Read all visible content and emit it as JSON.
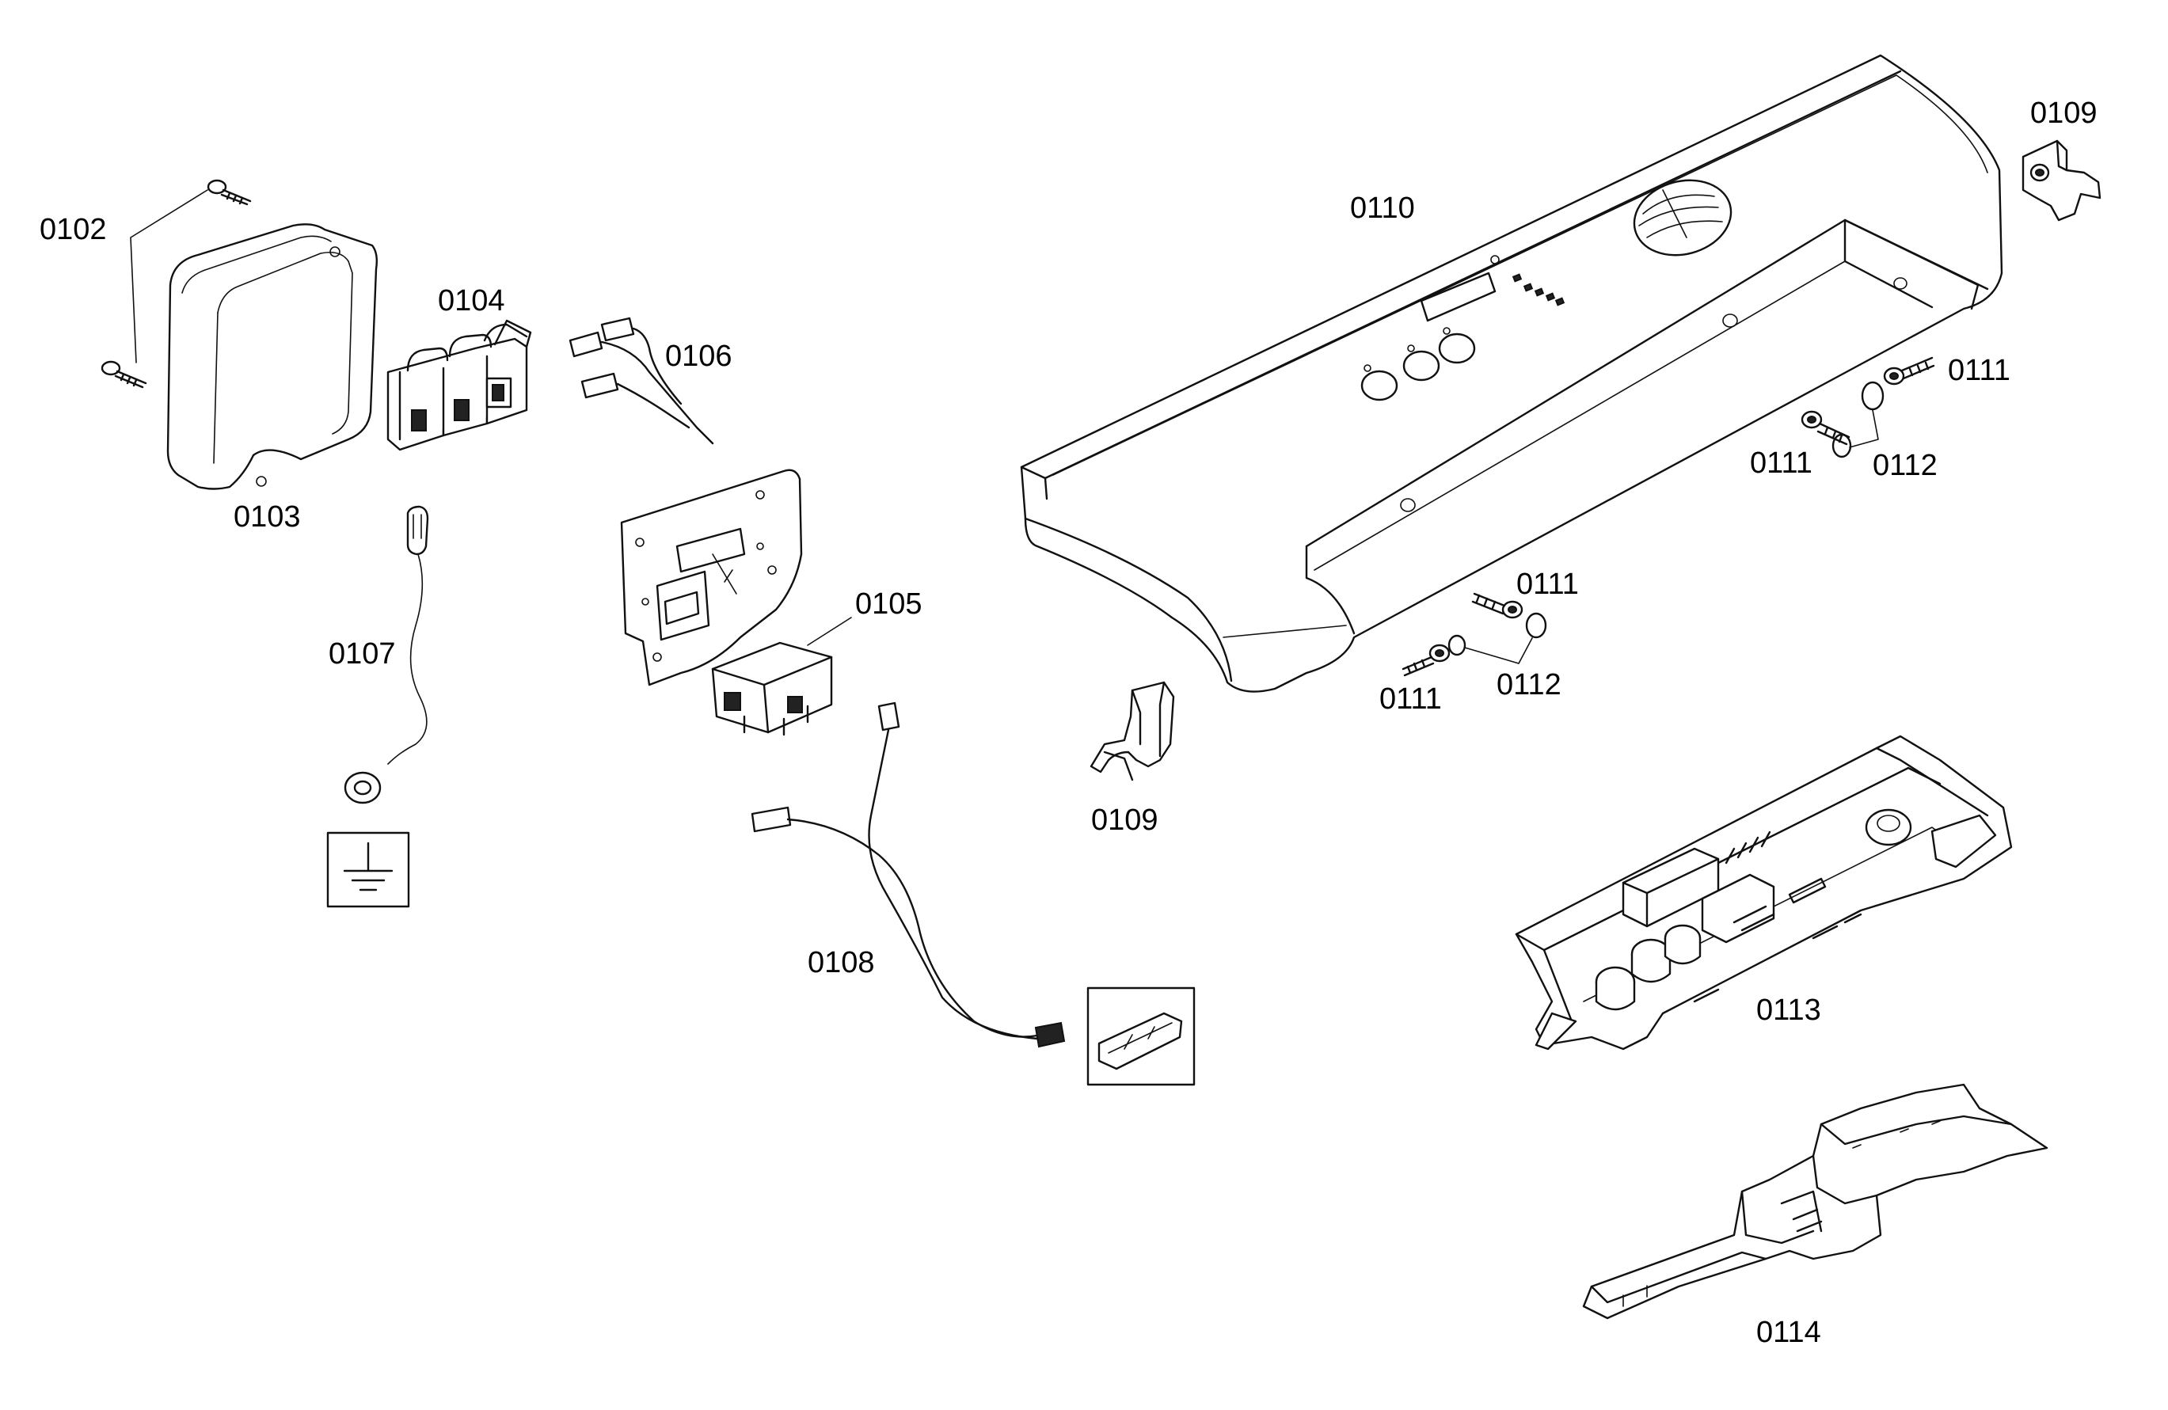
{
  "labels": {
    "p0102": "0102",
    "p0103": "0103",
    "p0104": "0104",
    "p0105": "0105",
    "p0106": "0106",
    "p0107": "0107",
    "p0108": "0108",
    "p0109a": "0109",
    "p0109b": "0109",
    "p0110": "0110",
    "p0111a": "0111",
    "p0111b": "0111",
    "p0111c": "0111",
    "p0111d": "0111",
    "p0112a": "0112",
    "p0112b": "0112",
    "p0113": "0113",
    "p0114": "0114"
  }
}
